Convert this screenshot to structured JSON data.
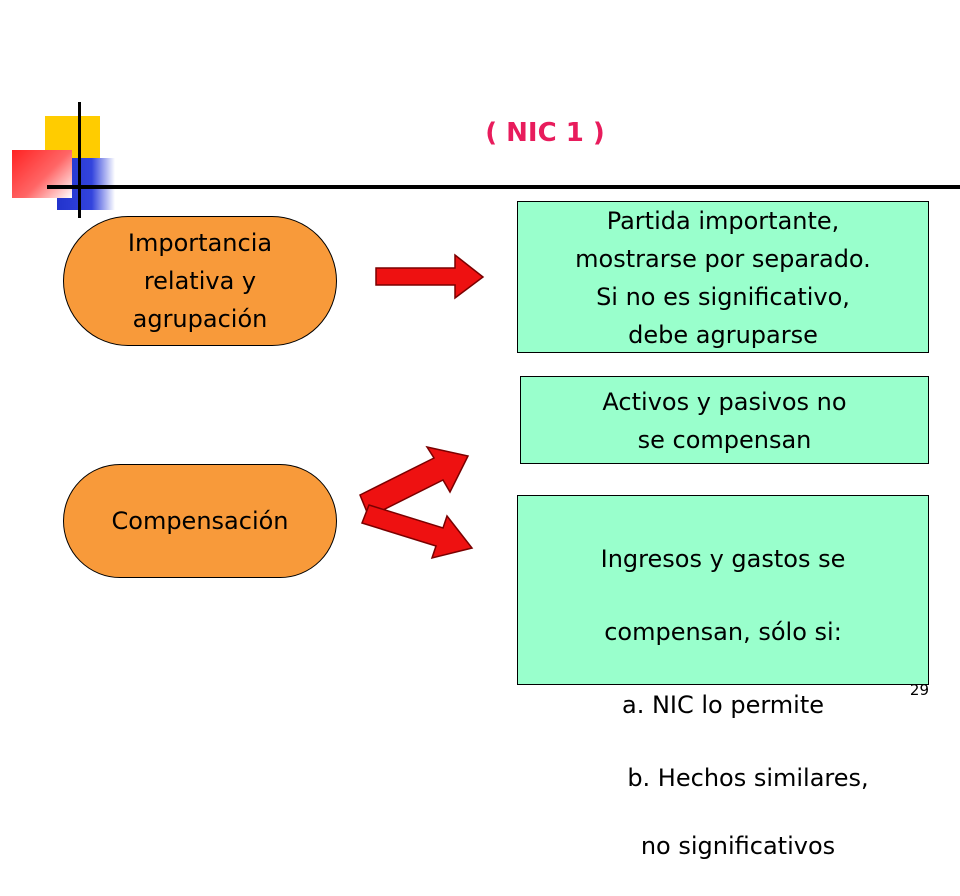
{
  "slide": {
    "title": "( NIC 1 )",
    "page_number": "29"
  },
  "left": {
    "importancia": "Importancia\nrelativa y\nagrupación",
    "compensacion": "Compensación"
  },
  "right": {
    "box1": "Partida importante,\nmostrarse por separado.\nSi no es significativo,\n  debe  agruparse",
    "box2": "Activos y pasivos no\nse compensan",
    "box3_line1": "Ingresos y gastos se",
    "box3_line2": "compensan, sólo si:",
    "box3_line3": "a.  NIC lo permite",
    "box3_line4": "b.  Hechos similares,",
    "box3_line5": "no significativos"
  },
  "colors": {
    "title": "#e81c5c",
    "oval_fill": "#f89a3a",
    "box_fill": "#99ffcc",
    "arrow_fill": "#ee1111"
  }
}
